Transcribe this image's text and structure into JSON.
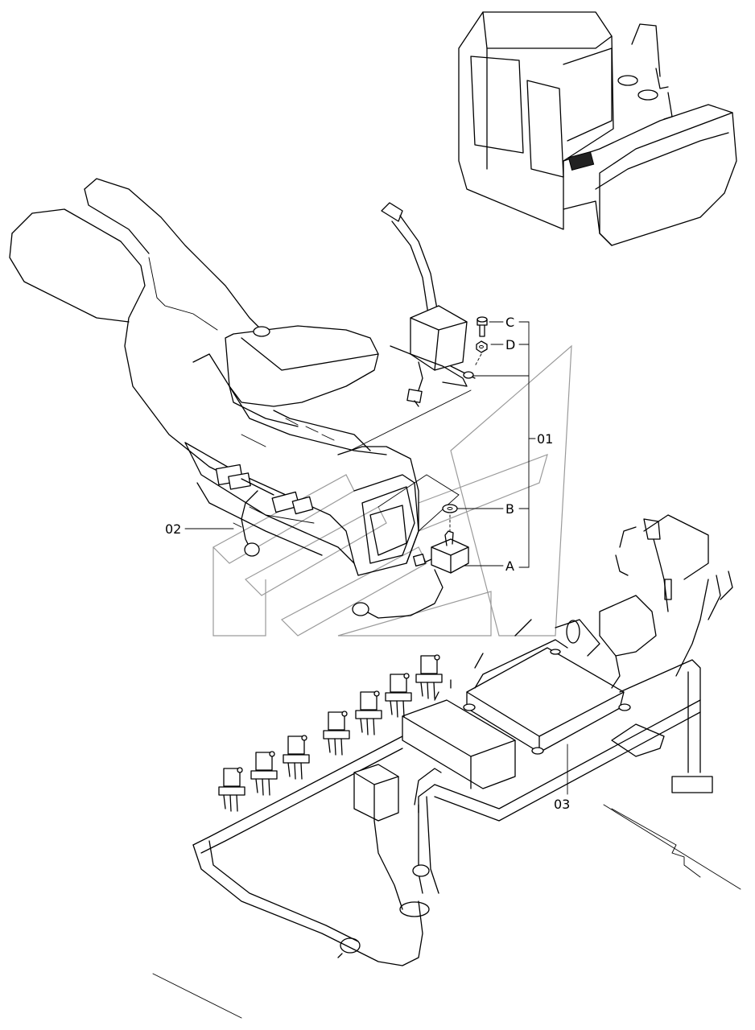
{
  "callouts": {
    "c01": "01",
    "c02": "02",
    "c03": "03",
    "cA": "A",
    "cB": "B",
    "cC": "C",
    "cD": "D"
  },
  "icons": [
    "cab-overview",
    "lever-switch",
    "bolt",
    "nut",
    "washer",
    "toggle-switch",
    "controller-unit",
    "relay-bank",
    "wire-harness"
  ]
}
